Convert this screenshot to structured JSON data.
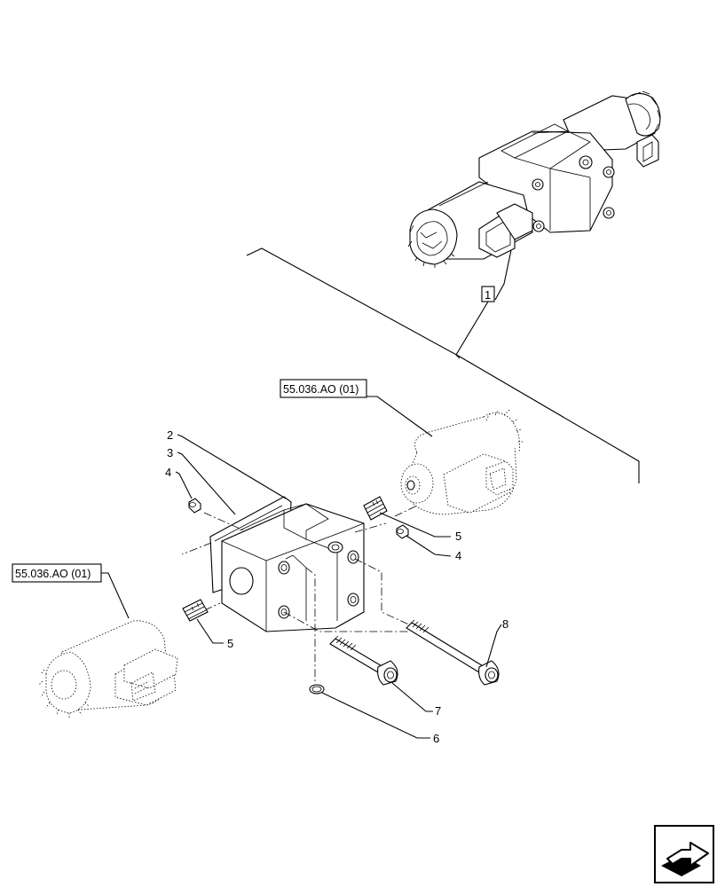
{
  "diagram": {
    "assembly_callout": "1",
    "references": [
      {
        "id": "ref-right",
        "text": "55.036.AO (01)"
      },
      {
        "id": "ref-left",
        "text": "55.036.AO (01)"
      }
    ],
    "callouts": [
      {
        "id": "c2",
        "text": "2"
      },
      {
        "id": "c3",
        "text": "3"
      },
      {
        "id": "c4a",
        "text": "4"
      },
      {
        "id": "c4b",
        "text": "4"
      },
      {
        "id": "c5a",
        "text": "5"
      },
      {
        "id": "c5b",
        "text": "5"
      },
      {
        "id": "c6",
        "text": "6"
      },
      {
        "id": "c7",
        "text": "7"
      },
      {
        "id": "c8",
        "text": "8"
      }
    ],
    "nav_icon": "next-page-arrow-icon"
  }
}
